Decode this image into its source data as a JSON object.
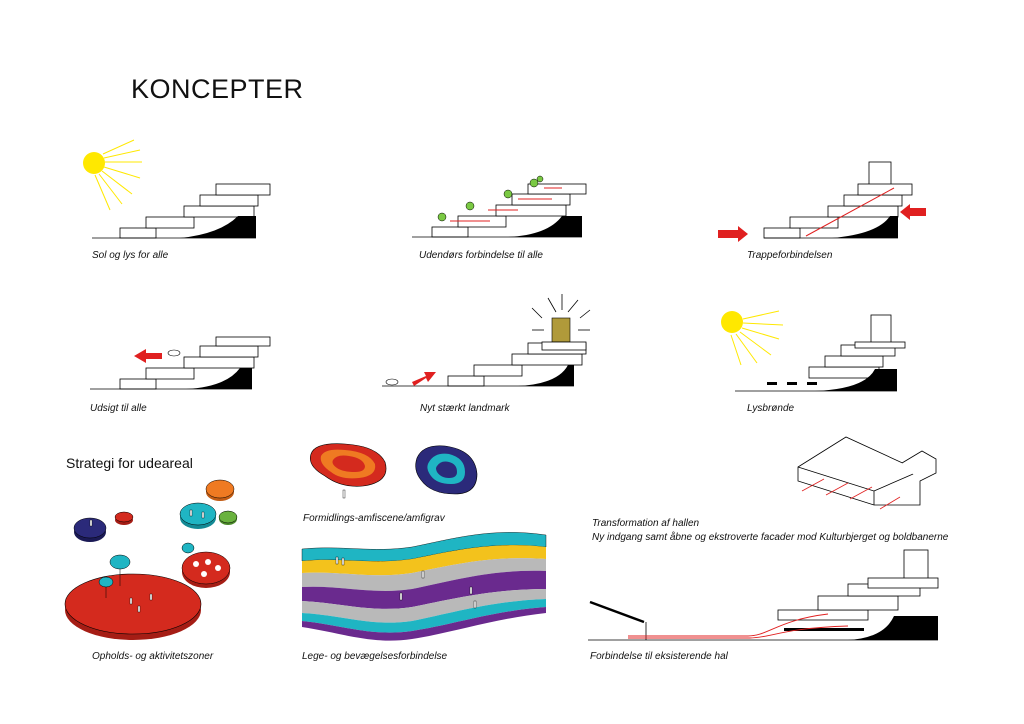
{
  "title": "KONCEPTER",
  "subtitle": "Strategi for udeareal",
  "captions": {
    "sun": "Sol og lys for alle",
    "outdoor": "Udendørs forbindelse til alle",
    "stairs": "Trappeforbindelsen",
    "view": "Udsigt til alle",
    "landmark": "Nyt stærkt landmark",
    "lightwell": "Lysbrønde",
    "zones": "Opholds- og aktivitetszoner",
    "amphi": "Formidlings-amfiscene/amfigrav",
    "play": "Lege- og bevægelsesforbindelse",
    "hall_line1": "Transformation af hallen",
    "hall_line2": "Ny indgang samt åbne og ekstroverte facader mod Kulturbjerget og boldbanerne",
    "existing": "Forbindelse til eksisterende hal"
  },
  "colors": {
    "sun": "#ffe800",
    "arrow": "#e02020",
    "landmark": "#b09a3a",
    "zone_red": "#d42a1e",
    "zone_navy": "#2b2a7a",
    "zone_teal": "#1fb5c3",
    "zone_orange": "#ef7a22",
    "zone_green": "#6ab23e",
    "band_purple": "#6a2a8e",
    "band_gray": "#b9b9b9",
    "band_yellow": "#f3c21c",
    "tree": "#7ac943"
  }
}
